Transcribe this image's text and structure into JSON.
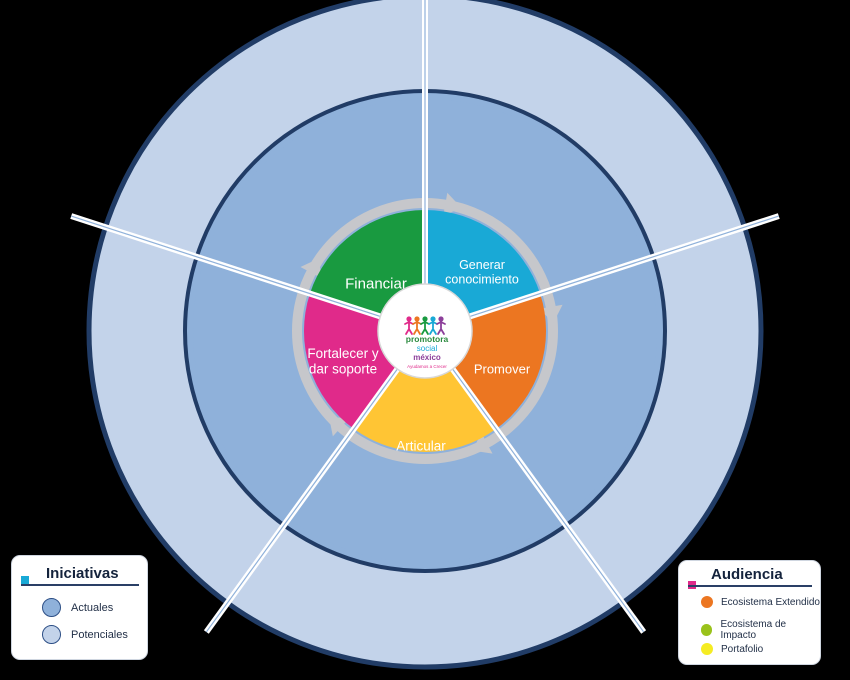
{
  "diagram": {
    "segments": [
      {
        "label_lines": [
          "Financiar"
        ],
        "color": "#199a40"
      },
      {
        "label_lines": [
          "Generar",
          "conocimiento"
        ],
        "color": "#19a9d6"
      },
      {
        "label_lines": [
          "Promover"
        ],
        "color": "#ec7621"
      },
      {
        "label_lines": [
          "Articular"
        ],
        "color": "#ffc534"
      },
      {
        "label_lines": [
          "Fortalecer y",
          "dar soporte"
        ],
        "color": "#e02a8a"
      }
    ],
    "rings": {
      "outer_color": "#c3d3ea",
      "middle_color": "#8fb1da",
      "inner_color": "#8fb1da",
      "stroke_color": "#213c66",
      "arrow_ring_color": "#c6c7cb"
    },
    "logo": {
      "line1": "promotora",
      "line2": "social",
      "line3": "méxico",
      "tagline": "Ayudamos a Crecer",
      "colors": [
        "#e02a8a",
        "#ec7621",
        "#199a40",
        "#19a9d6",
        "#8c3f9a"
      ]
    }
  },
  "legend_iniciativas": {
    "title": "Iniciativas",
    "accent_color": "#19a9d6",
    "items": [
      {
        "label": "Actuales",
        "color": "#8fb1da"
      },
      {
        "label": "Potenciales",
        "color": "#c3d3ea"
      }
    ]
  },
  "legend_audiencia": {
    "title": "Audiencia",
    "accent_color": "#e02a8a",
    "items": [
      {
        "label": "Ecosistema Extendido",
        "color": "#ec7621"
      },
      {
        "label": "Ecosistema de Impacto",
        "color": "#9ac21b"
      },
      {
        "label": "Portafolio",
        "color": "#f5ec23"
      }
    ]
  }
}
